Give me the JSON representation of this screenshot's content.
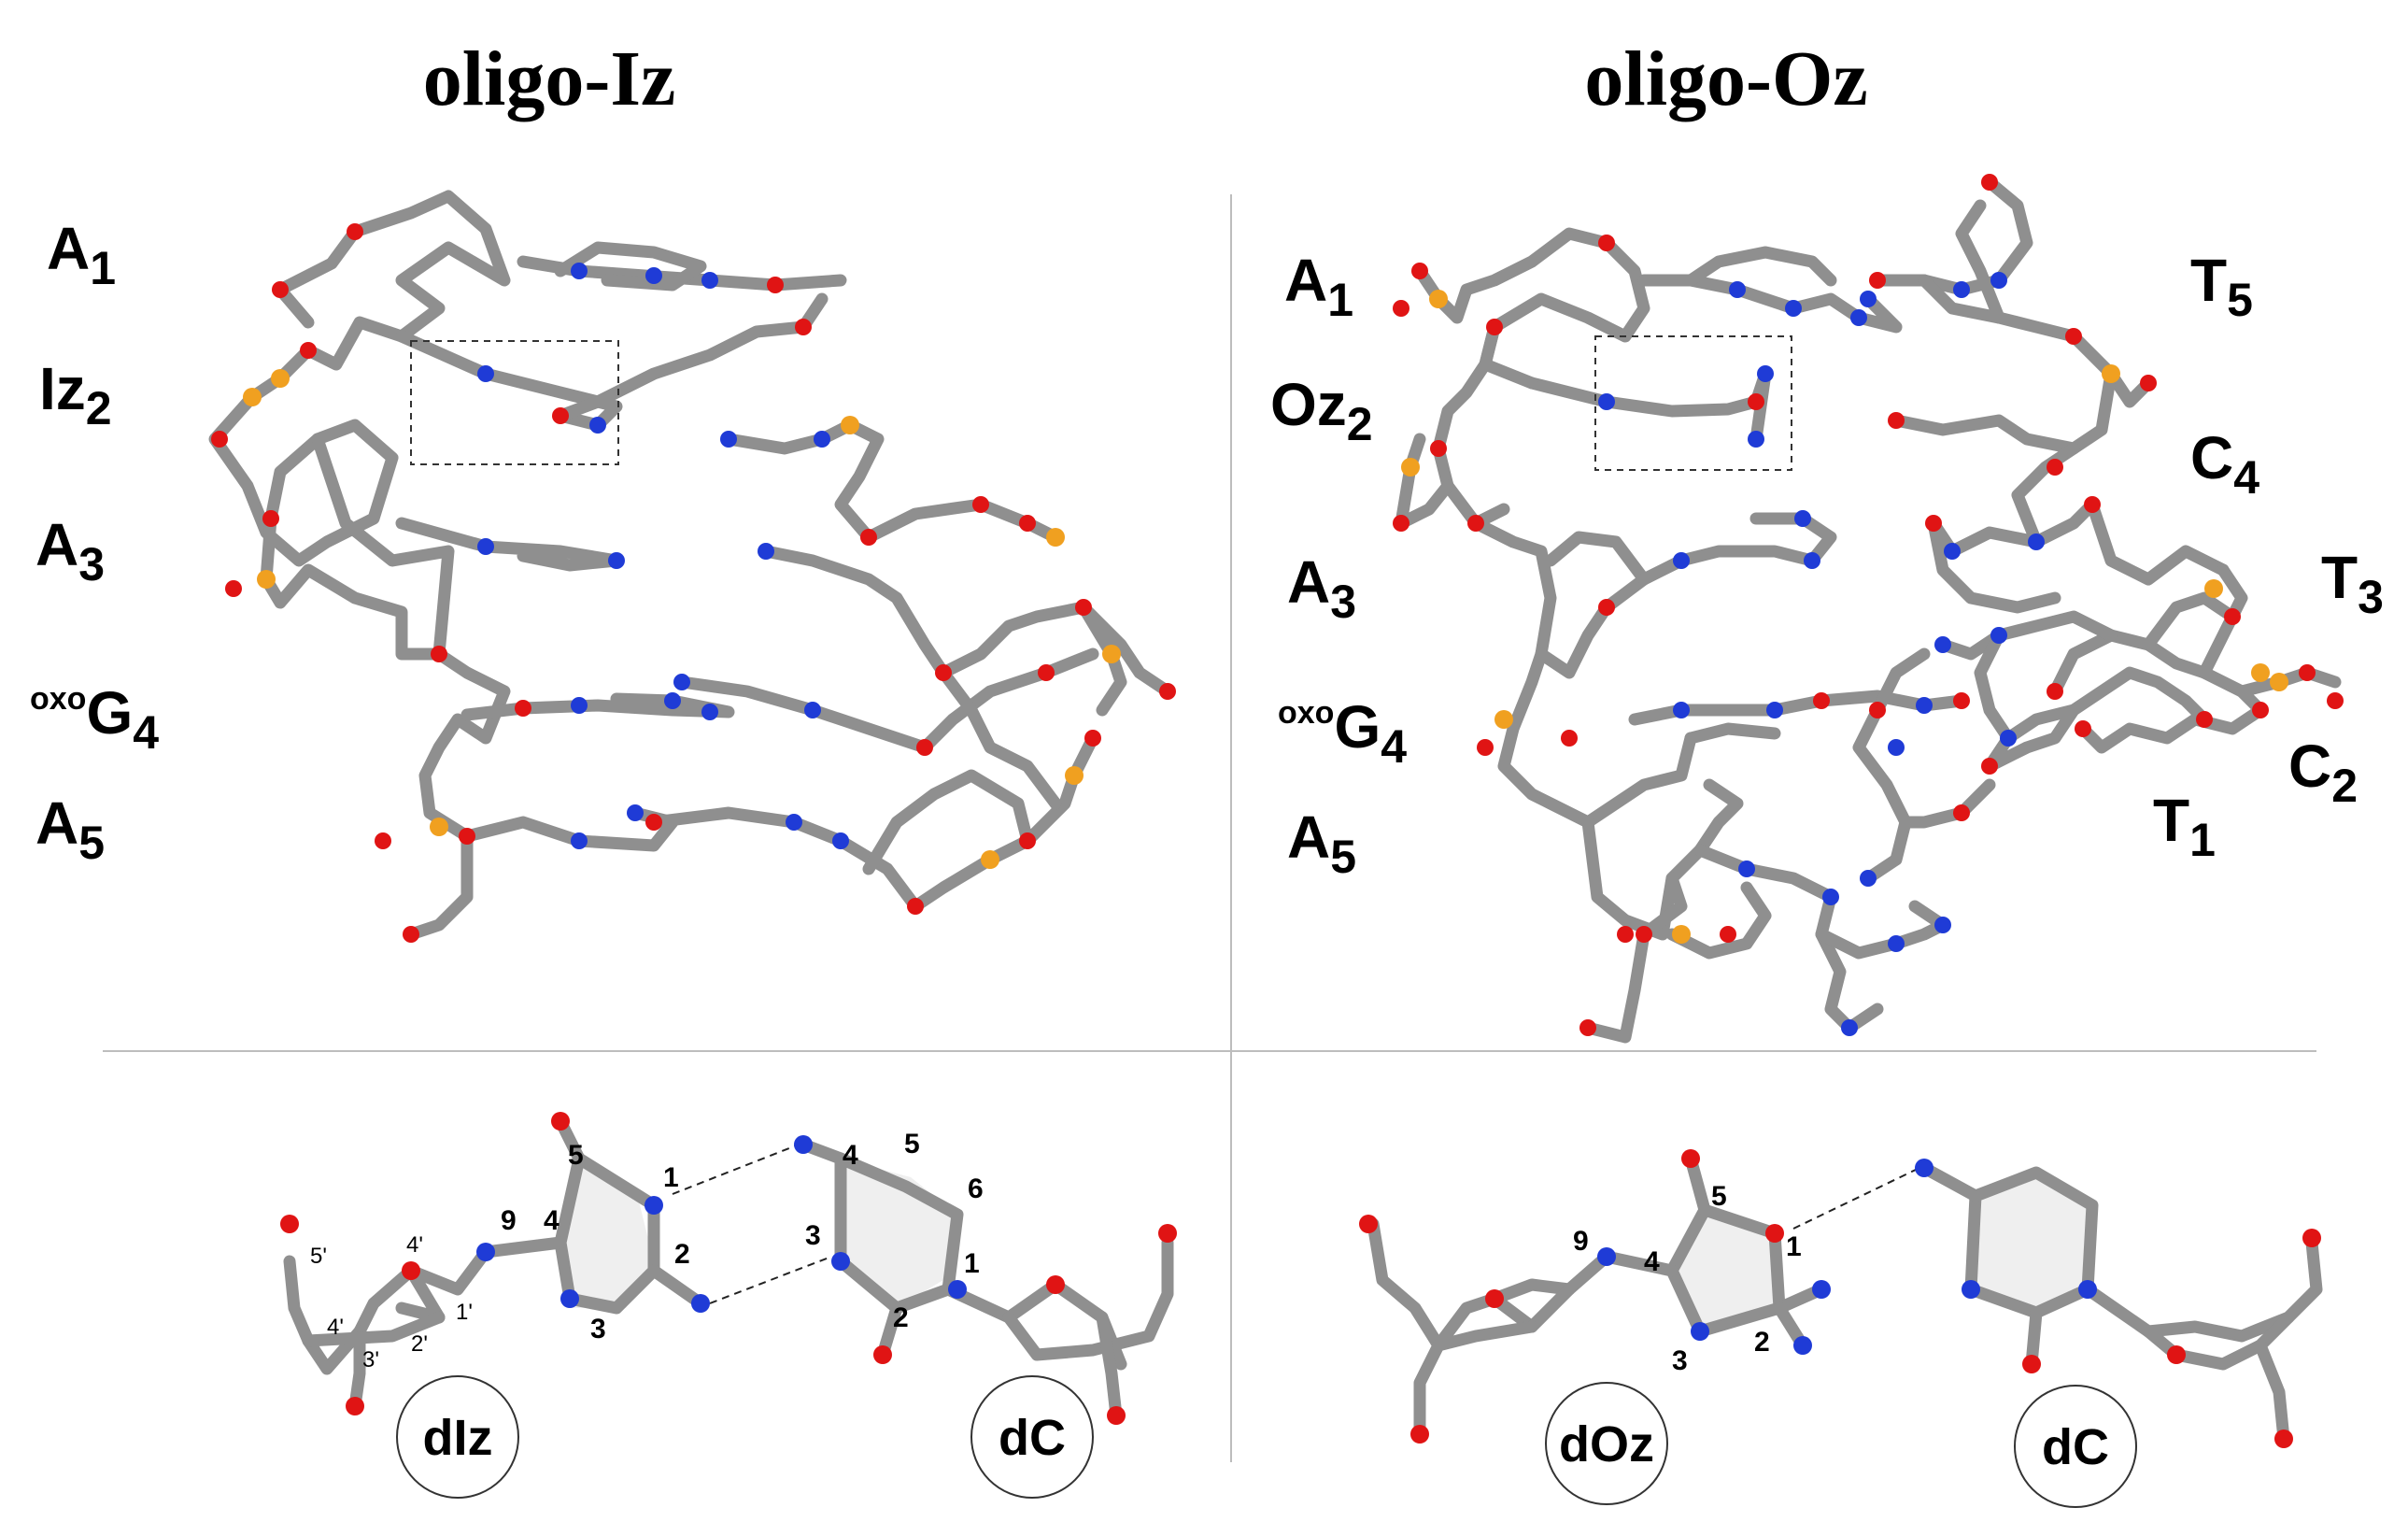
{
  "titles": {
    "left": "oligo-Iz",
    "right": "oligo-Oz"
  },
  "left_labels": [
    {
      "base": "A",
      "sub": "1",
      "sup": ""
    },
    {
      "base": "Iz",
      "sub": "2",
      "sup": ""
    },
    {
      "base": "A",
      "sub": "3",
      "sup": ""
    },
    {
      "base": "G",
      "sub": "4",
      "sup": "oxo"
    },
    {
      "base": "A",
      "sub": "5",
      "sup": ""
    }
  ],
  "right_labels_left": [
    {
      "base": "A",
      "sub": "1",
      "sup": ""
    },
    {
      "base": "Oz",
      "sub": "2",
      "sup": ""
    },
    {
      "base": "A",
      "sub": "3",
      "sup": ""
    },
    {
      "base": "G",
      "sub": "4",
      "sup": "oxo"
    },
    {
      "base": "A",
      "sub": "5",
      "sup": ""
    }
  ],
  "right_labels_right": [
    {
      "base": "T",
      "sub": "5"
    },
    {
      "base": "C",
      "sub": "4"
    },
    {
      "base": "T",
      "sub": "3"
    },
    {
      "base": "C",
      "sub": "2"
    },
    {
      "base": "T",
      "sub": "1"
    }
  ],
  "bottom_left": {
    "circle_left": "dIz",
    "circle_right": "dC",
    "iz_numbers": [
      "5",
      "1",
      "2",
      "3",
      "4",
      "9"
    ],
    "sugar_numbers": [
      "5'",
      "4'",
      "1'",
      "2'",
      "3'",
      "4'"
    ],
    "dc_numbers": [
      "4",
      "5",
      "6",
      "3",
      "1",
      "2"
    ]
  },
  "bottom_right": {
    "circle_left": "dOz",
    "circle_right": "dC",
    "oz_numbers": [
      "5",
      "1",
      "2",
      "3",
      "4",
      "9"
    ]
  },
  "colors": {
    "carbon": "#8f8f8f",
    "nitrogen": "#1f3bd6",
    "oxygen": "#e01414",
    "phosphorus": "#f0a020",
    "ring_fill": "#efefef"
  }
}
